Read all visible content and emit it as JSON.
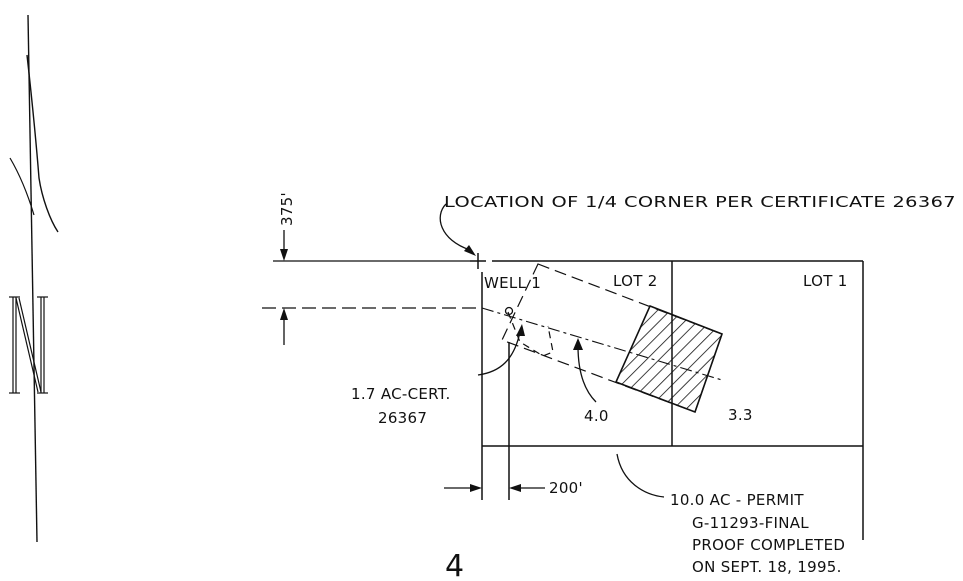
{
  "north_arrow": {
    "letter": "N"
  },
  "dimensions": {
    "vertical": "375'",
    "horizontal": "200'"
  },
  "labels": {
    "corner_note": "LOCATION OF 1/4 CORNER PER CERTIFICATE 26367",
    "well": "WELL 1",
    "lot2": "LOT 2",
    "lot1": "LOT 1",
    "cert_line1": "1.7 AC-CERT.",
    "cert_line2": "26367",
    "area_lot2": "4.0",
    "area_lot1": "3.3",
    "permit_line1": "10.0 AC - PERMIT",
    "permit_line2": "G-11293-FINAL",
    "permit_line3": "PROOF COMPLETED",
    "permit_line4": "ON SEPT. 18, 1995.",
    "section_number": "4"
  }
}
